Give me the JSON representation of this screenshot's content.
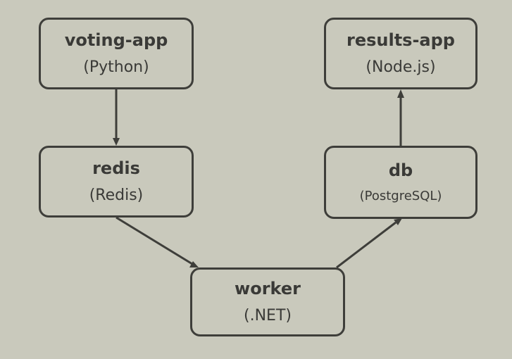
{
  "nodes": {
    "voting": {
      "name": "voting-app",
      "tech": "(Python)"
    },
    "results": {
      "name": "results-app",
      "tech": "(Node.js)"
    },
    "redis": {
      "name": "redis",
      "tech": "(Redis)"
    },
    "db": {
      "name": "db",
      "tech": "(PostgreSQL)"
    },
    "worker": {
      "name": "worker",
      "tech": "(.NET)"
    }
  },
  "colors": {
    "background": "#c9c9bc",
    "stroke": "#3e3e3a",
    "text": "#3a3a37"
  }
}
